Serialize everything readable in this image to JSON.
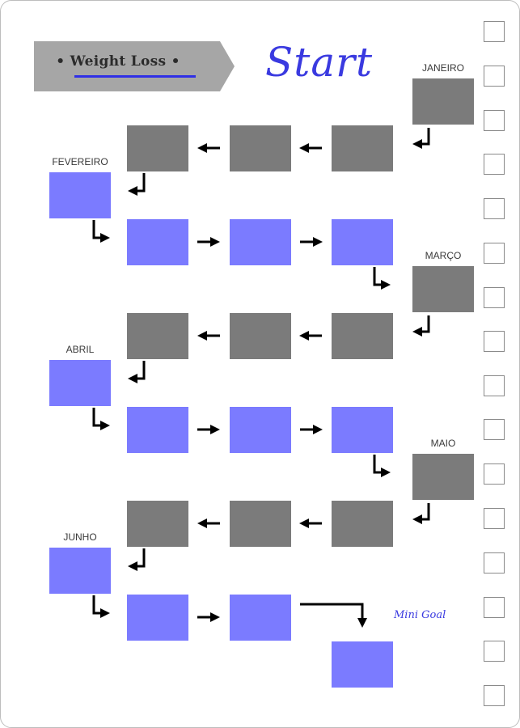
{
  "banner": {
    "title": "• Weight Loss •"
  },
  "start": {
    "title": "Start"
  },
  "months": [
    "JANEIRO",
    "FEVEREIRO",
    "MARÇO",
    "ABRIL",
    "MAIO",
    "JUNHO"
  ],
  "mini_goal": "Mini Goal",
  "colors": {
    "gray_box": "#7b7b7b",
    "blue_box": "#7b7bff",
    "accent": "#3a3ae0",
    "banner": "#a6a6a6"
  }
}
